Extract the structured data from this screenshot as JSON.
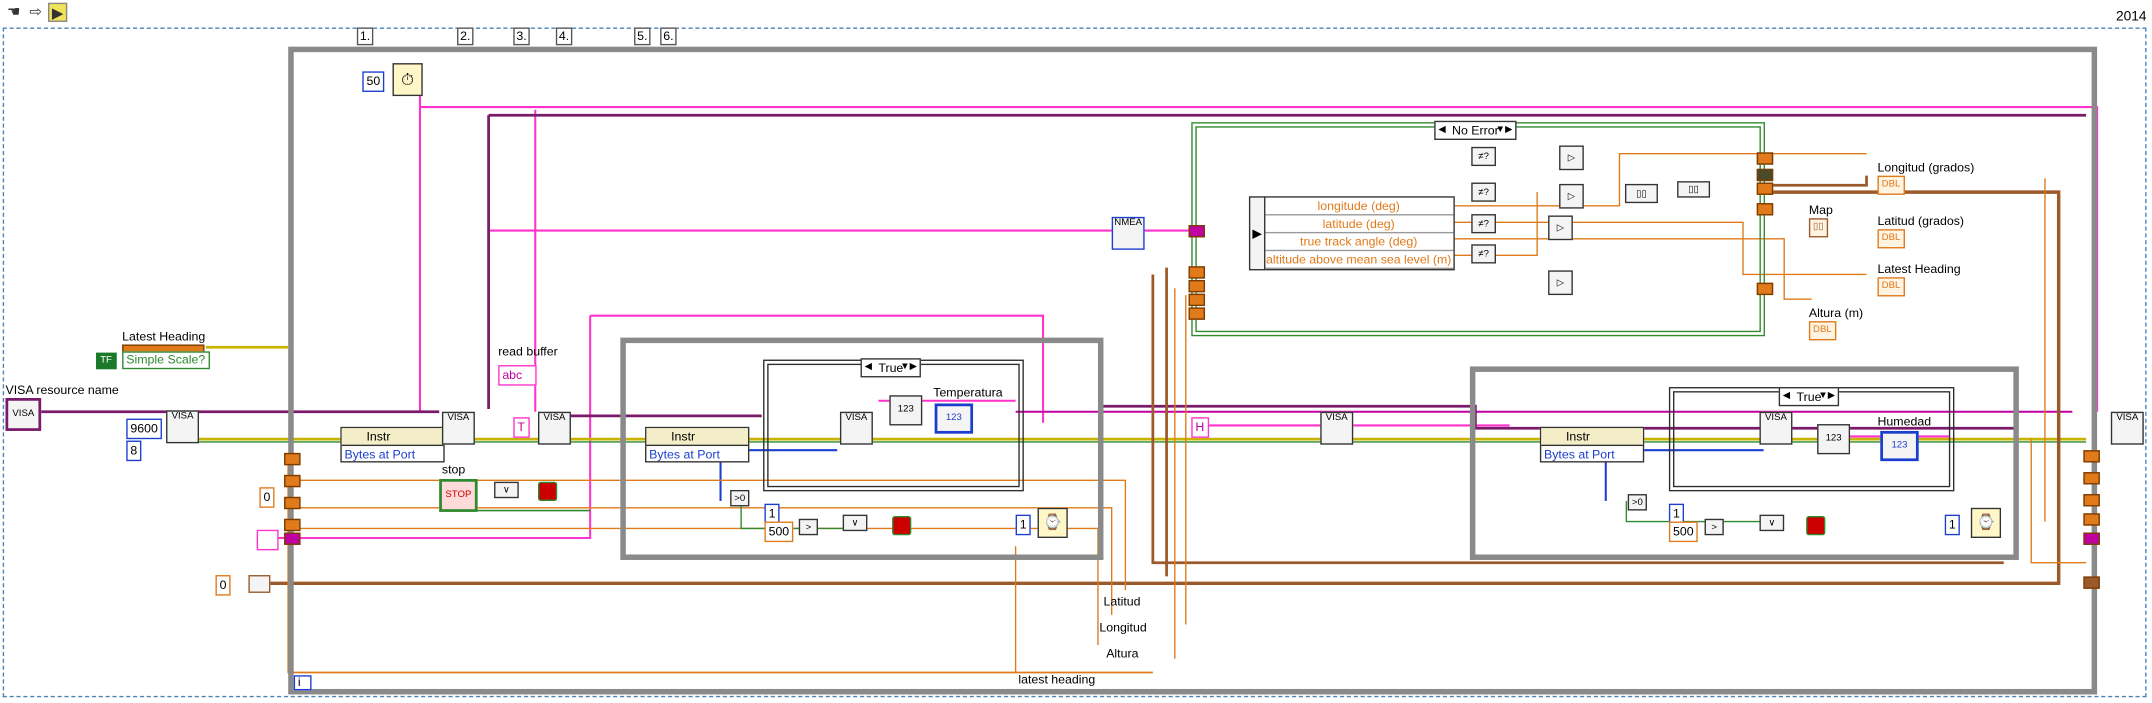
{
  "toolbar": {
    "year": "2014"
  },
  "sequence": [
    "1.",
    "2.",
    "3.",
    "4.",
    "5.",
    "6."
  ],
  "labels": {
    "latest_heading": "Latest Heading",
    "visa_resource": "VISA resource name",
    "read_buffer": "read buffer",
    "stop": "stop",
    "temperatura": "Temperatura",
    "humedad": "Humedad",
    "longitud_grados": "Longitud (grados)",
    "map": "Map",
    "latitud_grados": "Latitud (grados)",
    "latest_heading_ind": "Latest Heading",
    "altura_m": "Altura (m)",
    "latitud": "Latitud",
    "longitud": "Longitud",
    "altura": "Altura",
    "latest_heading_bottom": "latest heading",
    "simple_scale": "Simple Scale?",
    "instr": "Instr",
    "bytes_at_port": "Bytes at Port"
  },
  "cases": {
    "no_error": "No Error",
    "true1": "True",
    "true2": "True"
  },
  "constants": {
    "c50": "50",
    "c9600": "9600",
    "c8": "8",
    "c0": "0",
    "c0b": "0",
    "c1a": "1",
    "c500a": "500",
    "c1b": "1",
    "c500b": "500",
    "t": "T",
    "h": "H",
    "tf": "TF",
    "visa": "VISA",
    "abc": "abc",
    "stop_btn": "STOP",
    "dbl": "DBL",
    "i": "i",
    "nmea": "NMEA"
  },
  "unbundle": [
    "longitude (deg)",
    "latitude (deg)",
    "true track angle (deg)",
    "altitude above mean sea level (m)"
  ],
  "colors": {
    "loop": "#8a8a8a",
    "pink": "#ff33cc",
    "orange": "#e07a1a",
    "brown": "#9c5a2a",
    "blue": "#1b3ecf",
    "green": "#2f8a2f",
    "yellow": "#c8b400",
    "purple": "#7a1a6a"
  }
}
